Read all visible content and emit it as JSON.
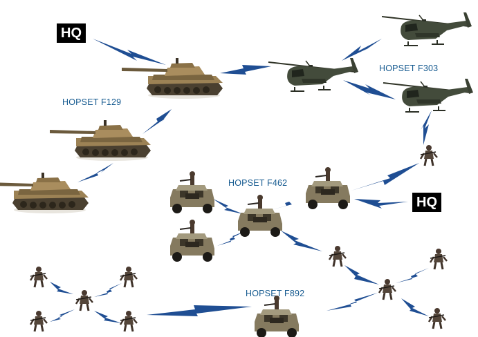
{
  "hq_labels": [
    "HQ",
    "HQ"
  ],
  "hopsets": {
    "f129": "HOPSET F129",
    "f303": "HOPSET F303",
    "f462": "HOPSET F462",
    "f892": "HOPSET F892"
  },
  "colors": {
    "link": "#1f4e93",
    "label": "#14598f",
    "hq_bg": "#000000",
    "tank": "#8d7447",
    "helicopter": "#3f4738",
    "humvee": "#7c7358",
    "soldier": "#4a3a30"
  },
  "icons": [
    "tank-icon",
    "helicopter-icon",
    "humvee-icon",
    "soldier-icon"
  ]
}
